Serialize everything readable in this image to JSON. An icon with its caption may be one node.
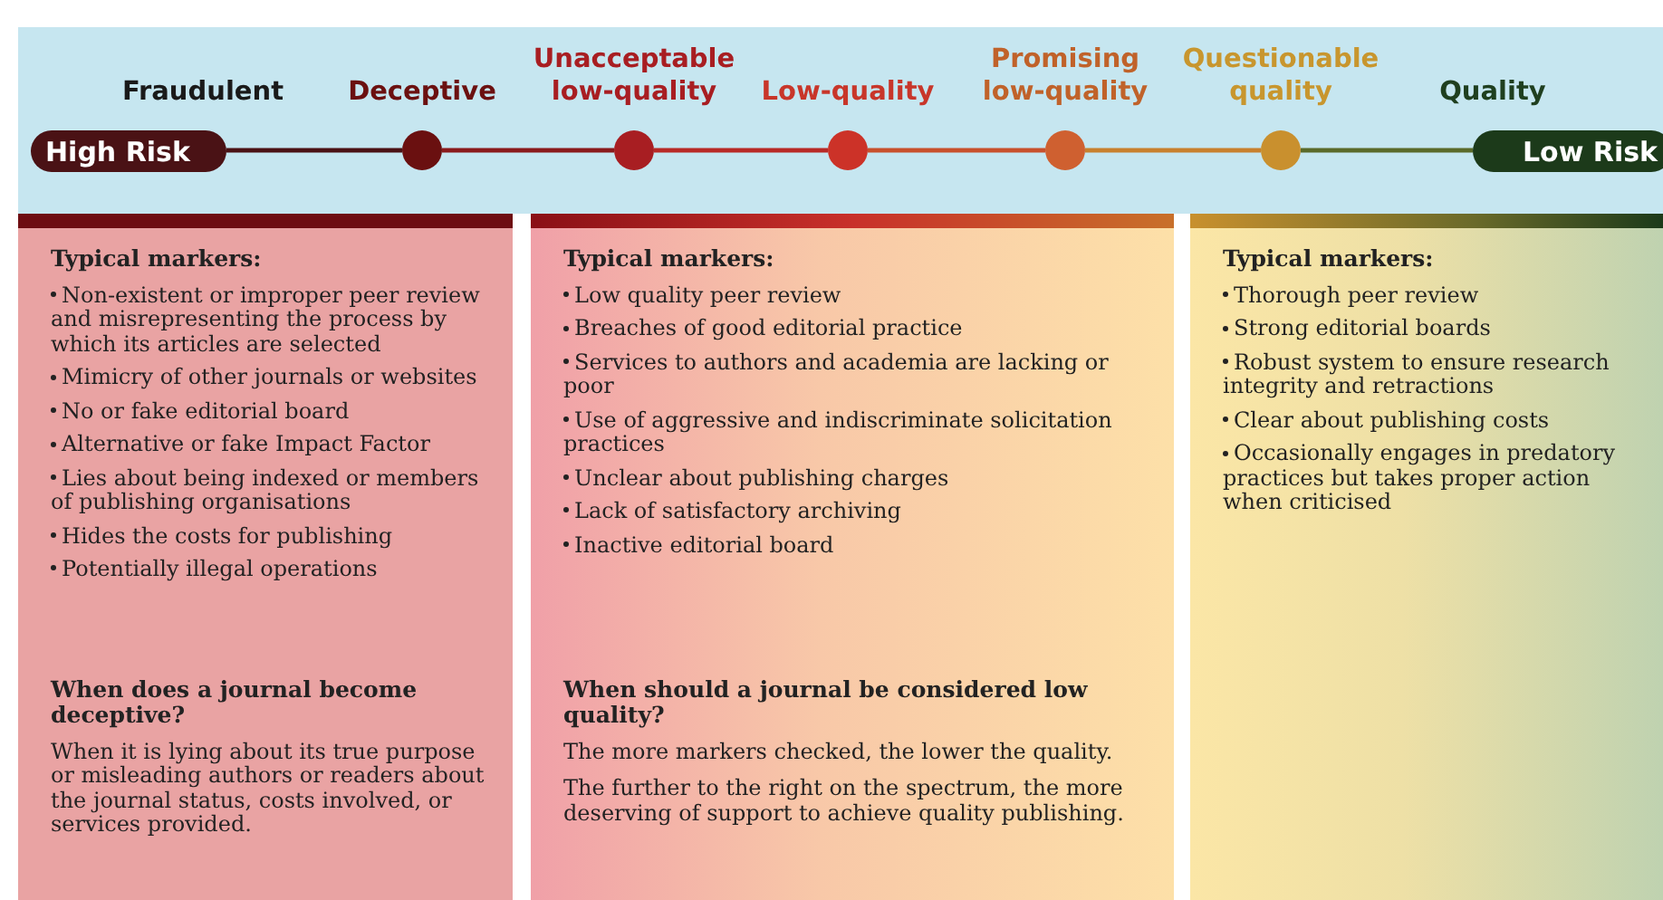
{
  "diagram": {
    "nodes": [
      {
        "text": [
          "High Risk"
        ],
        "beside": [
          "Fraudulent"
        ]
      },
      {
        "text": [],
        "shape": "circle",
        "beside": [
          "Deceptive"
        ]
      },
      {
        "text": [],
        "shape": "circle",
        "beside": [
          "Unacceptable low-quality"
        ]
      },
      {
        "text": [],
        "shape": "circle",
        "beside": [
          "Low-quality"
        ]
      },
      {
        "text": [],
        "shape": "circle",
        "beside": [
          "Promising low-quality"
        ]
      },
      {
        "text": [],
        "shape": "circle",
        "beside": [
          "Questionable quality"
        ]
      },
      {
        "text": [
          "Low Risk"
        ],
        "beside": [
          "Quality"
        ]
      },
      {
        "text": [],
        "shape": "box"
      },
      {
        "text": [],
        "shape": "box"
      },
      {
        "text": [],
        "shape": "box"
      },
      {
        "text": [
          "Typical markers:",
          "Non-existent or improper peer review and misrepresenting the process by which its articles are selected",
          "Mimicry of other journals or websites",
          "No or fake editorial board",
          "Alternative or fake Impact Factor",
          "Lies about being indexed or members of publishing organisations",
          "Hides the costs for publishing",
          "Potentially illegal operations"
        ],
        "in": 7
      },
      {
        "text": [
          "When does a journal become deceptive?",
          "When it is lying about its true purpose or misleading authors or readers about the journal status, costs involved, or services provided."
        ],
        "in": 7
      },
      {
        "text": [
          "Typical markers:",
          "Low quality peer review",
          "Breaches of good editorial practice",
          "Services to authors and academia are lacking or poor",
          "Use of aggressive and indiscriminate solicitation practices",
          "Unclear about publishing charges",
          "Lack of satisfactory archiving",
          "Inactive editorial board"
        ],
        "in": 8
      },
      {
        "text": [
          "When should a journal be considered low quality?",
          "The more markers checked, the lower the quality.",
          "The further to the right on the spectrum, the more deserving of support to achieve quality publishing."
        ],
        "in": 8
      },
      {
        "text": [
          "Typical markers:",
          "Thorough peer review",
          "Strong editorial boards",
          "Robust system to ensure research integrity and retractions",
          "Clear about publishing costs",
          "Occasionally engages in predatory practices but takes proper action when criticised"
        ],
        "in": 9
      }
    ],
    "edges": [
      {
        "from": 0,
        "to": 1,
        "arrow": "none",
        "color": "#4a1215"
      },
      {
        "from": 1,
        "to": 2,
        "arrow": "none",
        "color": "#8a1a1c"
      },
      {
        "from": 2,
        "to": 3,
        "arrow": "none",
        "color": "#b82a26"
      },
      {
        "from": 3,
        "to": 4,
        "arrow": "none",
        "color": "#c8502c"
      },
      {
        "from": 4,
        "to": 5,
        "arrow": "none",
        "color": "#c8802e"
      },
      {
        "from": 5,
        "to": 6,
        "arrow": "none",
        "color": "#5a6a2a"
      }
    ]
  }
}
